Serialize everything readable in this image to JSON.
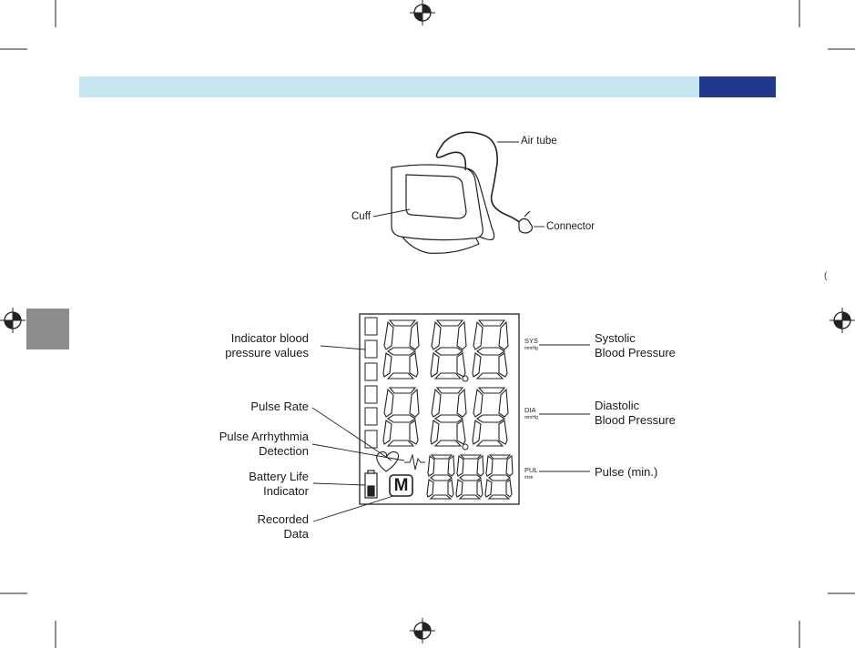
{
  "cuff_diagram": {
    "air_tube_label": "Air tube",
    "cuff_label": "Cuff",
    "connector_label": "Connector"
  },
  "display_diagram": {
    "indicator_bp_label": "Indicator blood\npressure values",
    "pulse_rate_label": "Pulse Rate",
    "pulse_arrhythmia_label": "Pulse Arrhythmia\nDetection",
    "battery_label": "Battery Life\nIndicator",
    "recorded_data_label": "Recorded\nData",
    "systolic_label": "Systolic\nBlood Pressure",
    "diastolic_label": "Diastolic\nBlood Pressure",
    "pulse_min_label": "Pulse (min.)",
    "sys_tag": "SYS",
    "sys_unit": "mmHg",
    "dia_tag": "DIA",
    "dia_unit": "mmHg",
    "pul_tag": "PUL",
    "pul_unit": "/min",
    "memory_symbol": "M"
  },
  "page": {
    "edge_mark": "("
  },
  "colors": {
    "header_band": "#c5e6ef",
    "header_block": "#21398c",
    "side_tab": "#8c8c8c"
  }
}
